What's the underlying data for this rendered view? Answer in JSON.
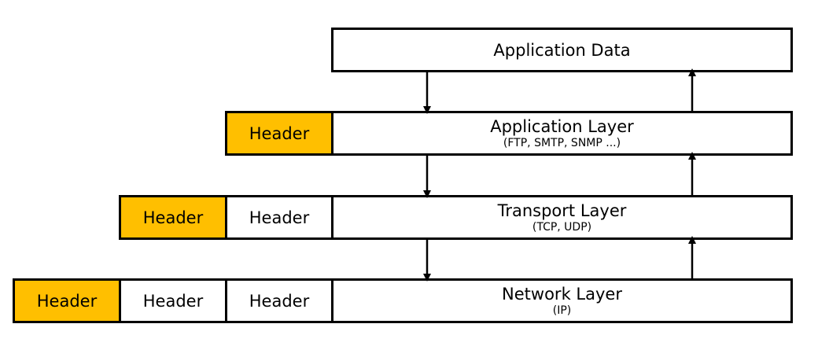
{
  "application_data": {
    "label": "Application Data"
  },
  "layers": [
    {
      "name": "Application Layer",
      "protocols": "(FTP, SMTP, SNMP ...)",
      "headers": [
        "Header"
      ]
    },
    {
      "name": "Transport Layer",
      "protocols": "(TCP, UDP)",
      "headers": [
        "Header",
        "Header"
      ]
    },
    {
      "name": "Network Layer",
      "protocols": "(IP)",
      "headers": [
        "Header",
        "Header",
        "Header"
      ]
    }
  ],
  "colors": {
    "new_header": "#ffbf00",
    "existing_header": "#ffffff",
    "stroke": "#000000"
  }
}
